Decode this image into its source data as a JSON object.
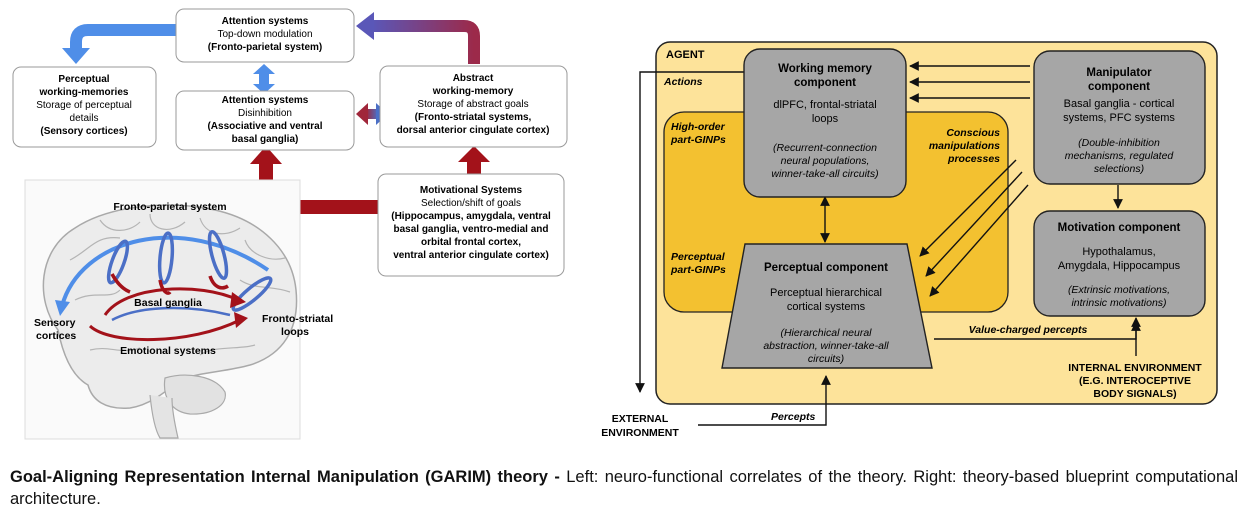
{
  "left": {
    "attention_top": {
      "title": "Attention systems",
      "lines": [
        "Top-down modulation",
        "(Fronto-parietal system)"
      ]
    },
    "attention_mid": {
      "title": "Attention systems",
      "lines": [
        "Disinhibition",
        "(Associative and ventral",
        "basal ganglia)"
      ]
    },
    "perceptual": {
      "title": [
        "Perceptual",
        "working-memories"
      ],
      "lines": [
        "Storage of perceptual",
        "details",
        "(Sensory cortices)"
      ]
    },
    "abstract": {
      "title": [
        "Abstract",
        "working-memory"
      ],
      "lines": [
        "Storage of abstract goals",
        "(Fronto-striatal systems,",
        "dorsal anterior cingulate cortex)"
      ]
    },
    "motivational": {
      "title": "Motivational Systems",
      "lines": [
        "Selection/shift of goals",
        "(Hippocampus, amygdala, ventral",
        "basal ganglia, ventro-medial and",
        "orbital frontal cortex,",
        "ventral anterior cingulate cortex)"
      ]
    },
    "brain": {
      "fronto_parietal": "Fronto-parietal system",
      "basal_ganglia": "Basal ganglia",
      "sensory": [
        "Sensory",
        "cortices"
      ],
      "emotional": "Emotional systems",
      "fronto_striatal": [
        "Fronto-striatal",
        "loops"
      ]
    }
  },
  "right": {
    "agent": "AGENT",
    "actions": "Actions",
    "high_order": [
      "High-order",
      "part-GINPs"
    ],
    "perceptual_ginps": [
      "Perceptual",
      "part-GINPs"
    ],
    "conscious": [
      "Conscious",
      "manipulations",
      "processes"
    ],
    "working_memory": {
      "title": [
        "Working memory",
        "component"
      ],
      "lines": [
        "dlPFC, frontal-striatal",
        "loops"
      ],
      "italic": [
        "(Recurrent-connection",
        "neural populations,",
        "winner-take-all circuits)"
      ]
    },
    "manipulator": {
      "title": [
        "Manipulator",
        "component"
      ],
      "lines": [
        "Basal ganglia - cortical",
        "systems, PFC systems"
      ],
      "italic": [
        "(Double-inhibition",
        "mechanisms, regulated",
        "selections)"
      ]
    },
    "motivation": {
      "title": "Motivation component",
      "lines": [
        "Hypothalamus,",
        "Amygdala, Hippocampus"
      ],
      "italic": [
        "(Extrinsic motivations,",
        "intrinsic motivations)"
      ]
    },
    "perceptual_comp": {
      "title": "Perceptual component",
      "lines": [
        "Perceptual hierarchical",
        "cortical systems"
      ],
      "italic": [
        "(Hierarchical neural",
        "abstraction, winner-take-all",
        "circuits)"
      ]
    },
    "value_charged": "Value-charged percepts",
    "internal_env": [
      "INTERNAL ENVIRONMENT",
      "(E.G. INTEROCEPTIVE",
      "BODY SIGNALS)"
    ],
    "external_env": [
      "EXTERNAL",
      "ENVIRONMENT"
    ],
    "percepts": "Percepts"
  },
  "caption": {
    "bold": "Goal-Aligning Representation Internal Manipulation (GARIM) theory -",
    "text": " Left: neuro-functional correlates of the theory. Right: theory-based blueprint computational architecture."
  }
}
